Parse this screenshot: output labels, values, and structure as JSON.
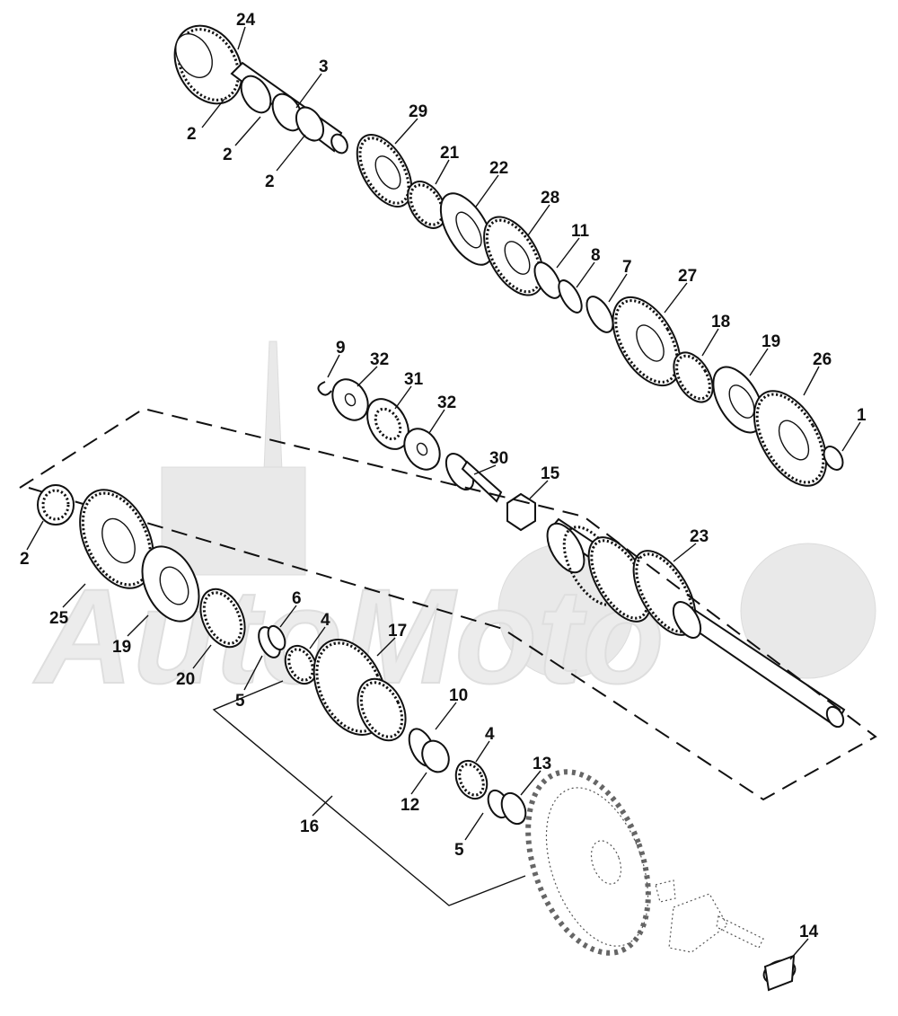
{
  "watermark": {
    "text": "AutoMoto"
  },
  "callouts": [
    {
      "id": "c24a",
      "label": "24"
    },
    {
      "id": "c3",
      "label": "3"
    },
    {
      "id": "c2a",
      "label": "2"
    },
    {
      "id": "c2b",
      "label": "2"
    },
    {
      "id": "c2c",
      "label": "2"
    },
    {
      "id": "c29",
      "label": "29"
    },
    {
      "id": "c21",
      "label": "21"
    },
    {
      "id": "c22",
      "label": "22"
    },
    {
      "id": "c28",
      "label": "28"
    },
    {
      "id": "c11",
      "label": "11"
    },
    {
      "id": "c8",
      "label": "8"
    },
    {
      "id": "c7",
      "label": "7"
    },
    {
      "id": "c27",
      "label": "27"
    },
    {
      "id": "c18",
      "label": "18"
    },
    {
      "id": "c19a",
      "label": "19"
    },
    {
      "id": "c26",
      "label": "26"
    },
    {
      "id": "c1",
      "label": "1"
    },
    {
      "id": "c9",
      "label": "9"
    },
    {
      "id": "c32a",
      "label": "32"
    },
    {
      "id": "c31",
      "label": "31"
    },
    {
      "id": "c32b",
      "label": "32"
    },
    {
      "id": "c30",
      "label": "30"
    },
    {
      "id": "c15",
      "label": "15"
    },
    {
      "id": "c23",
      "label": "23"
    },
    {
      "id": "c2d",
      "label": "2"
    },
    {
      "id": "c25",
      "label": "25"
    },
    {
      "id": "c19b",
      "label": "19"
    },
    {
      "id": "c20",
      "label": "20"
    },
    {
      "id": "c6",
      "label": "6"
    },
    {
      "id": "c5a",
      "label": "5"
    },
    {
      "id": "c4a",
      "label": "4"
    },
    {
      "id": "c17",
      "label": "17"
    },
    {
      "id": "c10",
      "label": "10"
    },
    {
      "id": "c12",
      "label": "12"
    },
    {
      "id": "c4b",
      "label": "4"
    },
    {
      "id": "c13",
      "label": "13"
    },
    {
      "id": "c5b",
      "label": "5"
    },
    {
      "id": "c16",
      "label": "16"
    },
    {
      "id": "c14",
      "label": "14"
    }
  ]
}
